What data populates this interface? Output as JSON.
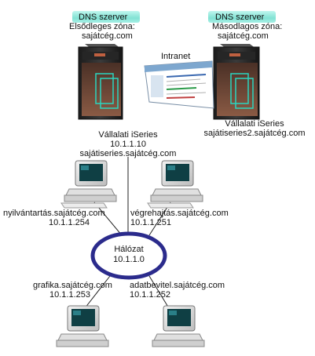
{
  "servers": {
    "primary": {
      "role": "DNS szerver",
      "zone_label": "Elsődleges zóna:",
      "zone": "sajátcég.com",
      "name": "Vállalati iSeries",
      "ip": "10.1.1.10",
      "host": "sajátiseries.sajátcég.com"
    },
    "secondary": {
      "role": "DNS szerver",
      "zone_label": "Másodlagos zóna:",
      "zone": "sajátcég.com",
      "name": "Vállalati iSeries",
      "host": "sajátiseries2.sajátcég.com"
    }
  },
  "intranet": {
    "label": "Intranet"
  },
  "network": {
    "label": "Hálózat",
    "ip": "10.1.1.0"
  },
  "clients": [
    {
      "host": "nyilvántartás.sajátcég.com",
      "ip": "10.1.1.254"
    },
    {
      "host": "végrehajtás.sajátcég.com",
      "ip": "10.1.1.251"
    },
    {
      "host": "grafika.sajátcég.com",
      "ip": "10.1.1.253"
    },
    {
      "host": "adatbevitel.sajátcég.com",
      "ip": "10.1.1.252"
    }
  ],
  "colors": {
    "highlight": "#8fe6da",
    "network_ring": "#2b2b8c",
    "server_body": "#2a2a2a",
    "accent": "#2ad6c0"
  }
}
